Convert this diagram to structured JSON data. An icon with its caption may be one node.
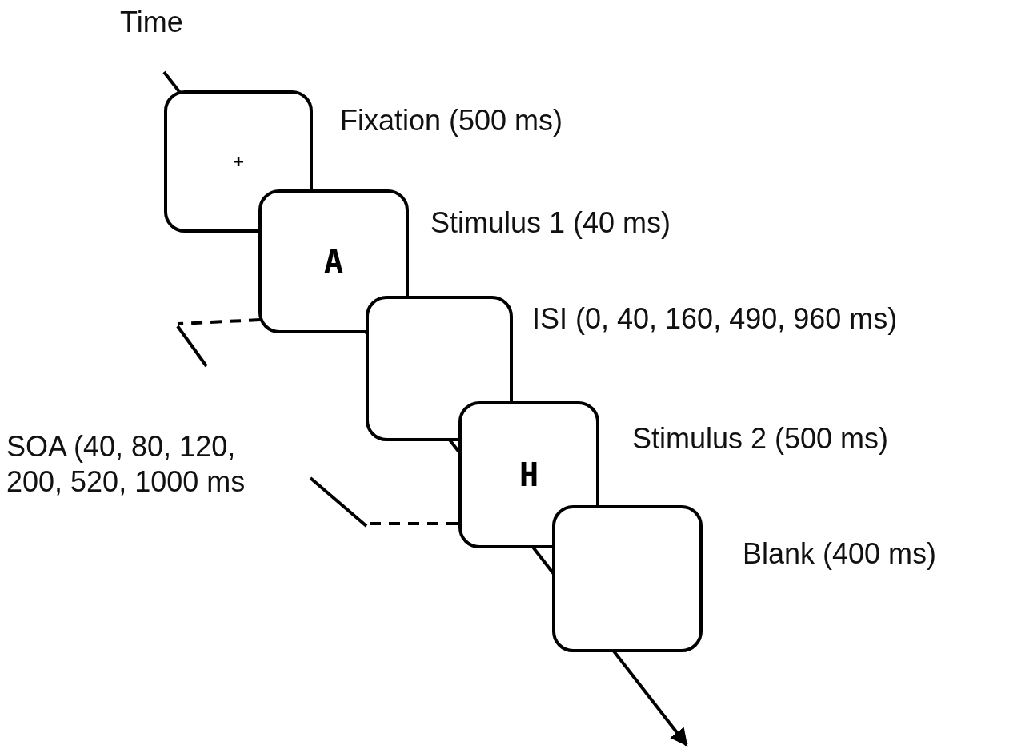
{
  "diagram": {
    "nodes": [
      {
        "text": [
          "+"
        ],
        "beside": [
          "Fixation (500 ms)"
        ]
      },
      {
        "text": [
          "A"
        ],
        "beside": [
          "Stimulus 1 (40 ms)"
        ]
      },
      {
        "text": [],
        "shape": "box",
        "beside": [
          "ISI (0, 40, 160, 490, 960 ms)"
        ]
      },
      {
        "text": [
          "H"
        ],
        "beside": [
          "Stimulus 2 (500 ms)"
        ]
      },
      {
        "text": [],
        "shape": "box",
        "beside": [
          "Blank (400 ms)"
        ]
      }
    ],
    "labels": [
      "Time",
      "SOA (40, 80, 120, 200, 520, 1000 ms"
    ]
  }
}
